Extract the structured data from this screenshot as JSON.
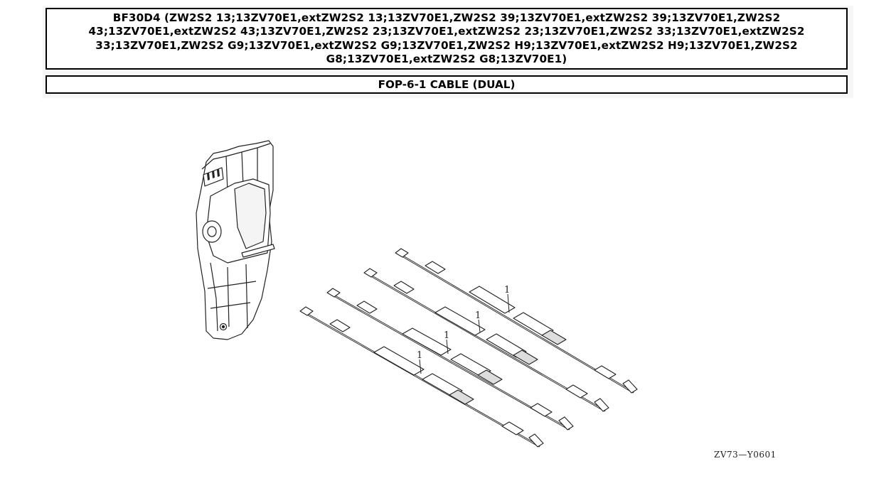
{
  "header": {
    "title": "BF30D4 (ZW2S2 13;13ZV70E1,extZW2S2 13;13ZV70E1,ZW2S2 39;13ZV70E1,extZW2S2 39;13ZV70E1,ZW2S2 43;13ZV70E1,extZW2S2 43;13ZV70E1,ZW2S2 23;13ZV70E1,extZW2S2 23;13ZV70E1,ZW2S2 33;13ZV70E1,extZW2S2 33;13ZV70E1,ZW2S2 G9;13ZV70E1,extZW2S2 G9;13ZV70E1,ZW2S2 H9;13ZV70E1,extZW2S2 H9;13ZV70E1,ZW2S2 G8;13ZV70E1,extZW2S2 G8;13ZV70E1)",
    "subtitle": "FOP-6-1 CABLE (DUAL)"
  },
  "diagram": {
    "callouts": [
      "1",
      "1",
      "1",
      "1"
    ],
    "reference_code": "ZV73—Y0601"
  }
}
